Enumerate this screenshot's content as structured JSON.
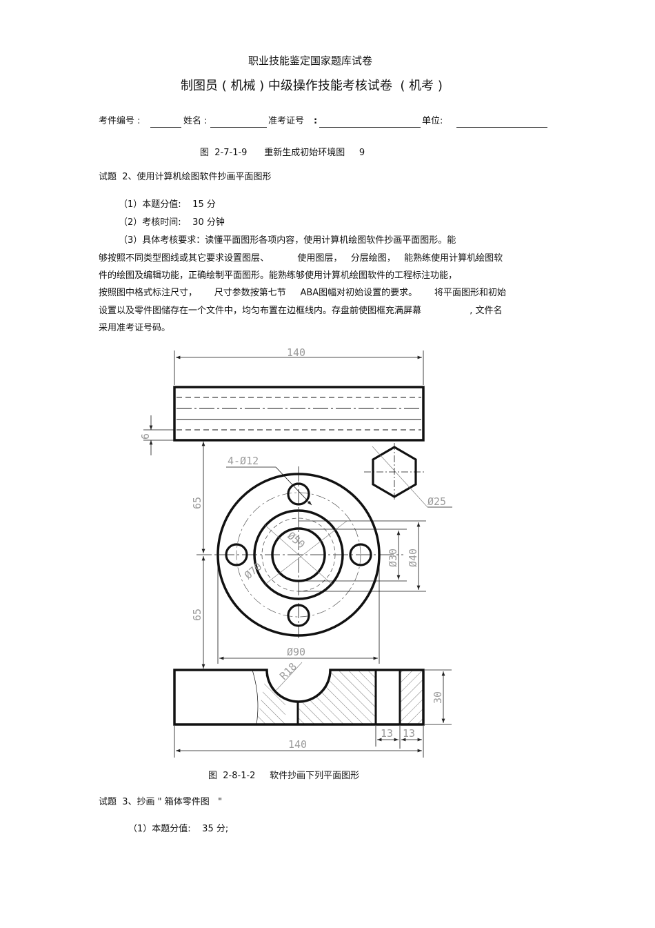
{
  "header": {
    "subtitle": "职业技能鉴定国家题库试卷",
    "title": "制图员 ( 机械 ) 中级操作技能考核试卷  ( 机考 )"
  },
  "fields": {
    "piece_no_label": "考件编号 :",
    "name_label": "姓名 :",
    "exam_id_label": "准考证号",
    "exam_id_colon": ":",
    "unit_label": "单位:"
  },
  "fig1_caption": "图  2-7-1-9      重新生成初始环境图     9",
  "q2": {
    "title": "试题  2、使用计算机绘图软件抄画平面图形",
    "item1": "（1）本题分值:    15 分",
    "item2": "（2）考核时间:    30 分钟",
    "item3_lines": [
      "（3）具体考核要求：读懂平面图形各项内容，使用计算机绘图软件抄画平面图形。能",
      "够按照不同类型图线或其它要求设置图层、          使用图层，   分层绘图，   能熟练使用计算机绘图软",
      "件的绘图及编辑功能，正确绘制平面图形。能熟练够使用计算机绘图软件的工程标注功能，",
      "按照图中格式标注尺寸，      尺寸参数按第七节     ABA图幅对初始设置的要求。      将平面图形和初始",
      "设置以及零件图储存在一个文件中，均匀布置在边框线内。存盘前使图框充满屏幕                 , 文件名",
      "采用准考证号码。"
    ]
  },
  "drawing": {
    "dims": {
      "top_width": "140",
      "thickness": "6",
      "upper_65": "65",
      "lower_65": "65",
      "holes": "4-Ø12",
      "hex": "Ø25",
      "d50": "Ø50",
      "d70": "Ø70",
      "d30": "Ø30",
      "d40": "Ø40",
      "d90": "Ø90",
      "r18": "R18",
      "height_30": "30",
      "w13a": "13",
      "w13b": "13",
      "bottom_width": "140"
    }
  },
  "fig2_caption": "图  2-8-1-2     软件抄画下列平面图形",
  "q3": {
    "title": "试题  3、抄画 \" 箱体零件图   \"",
    "item1": "（1）本题分值:    35 分;"
  }
}
